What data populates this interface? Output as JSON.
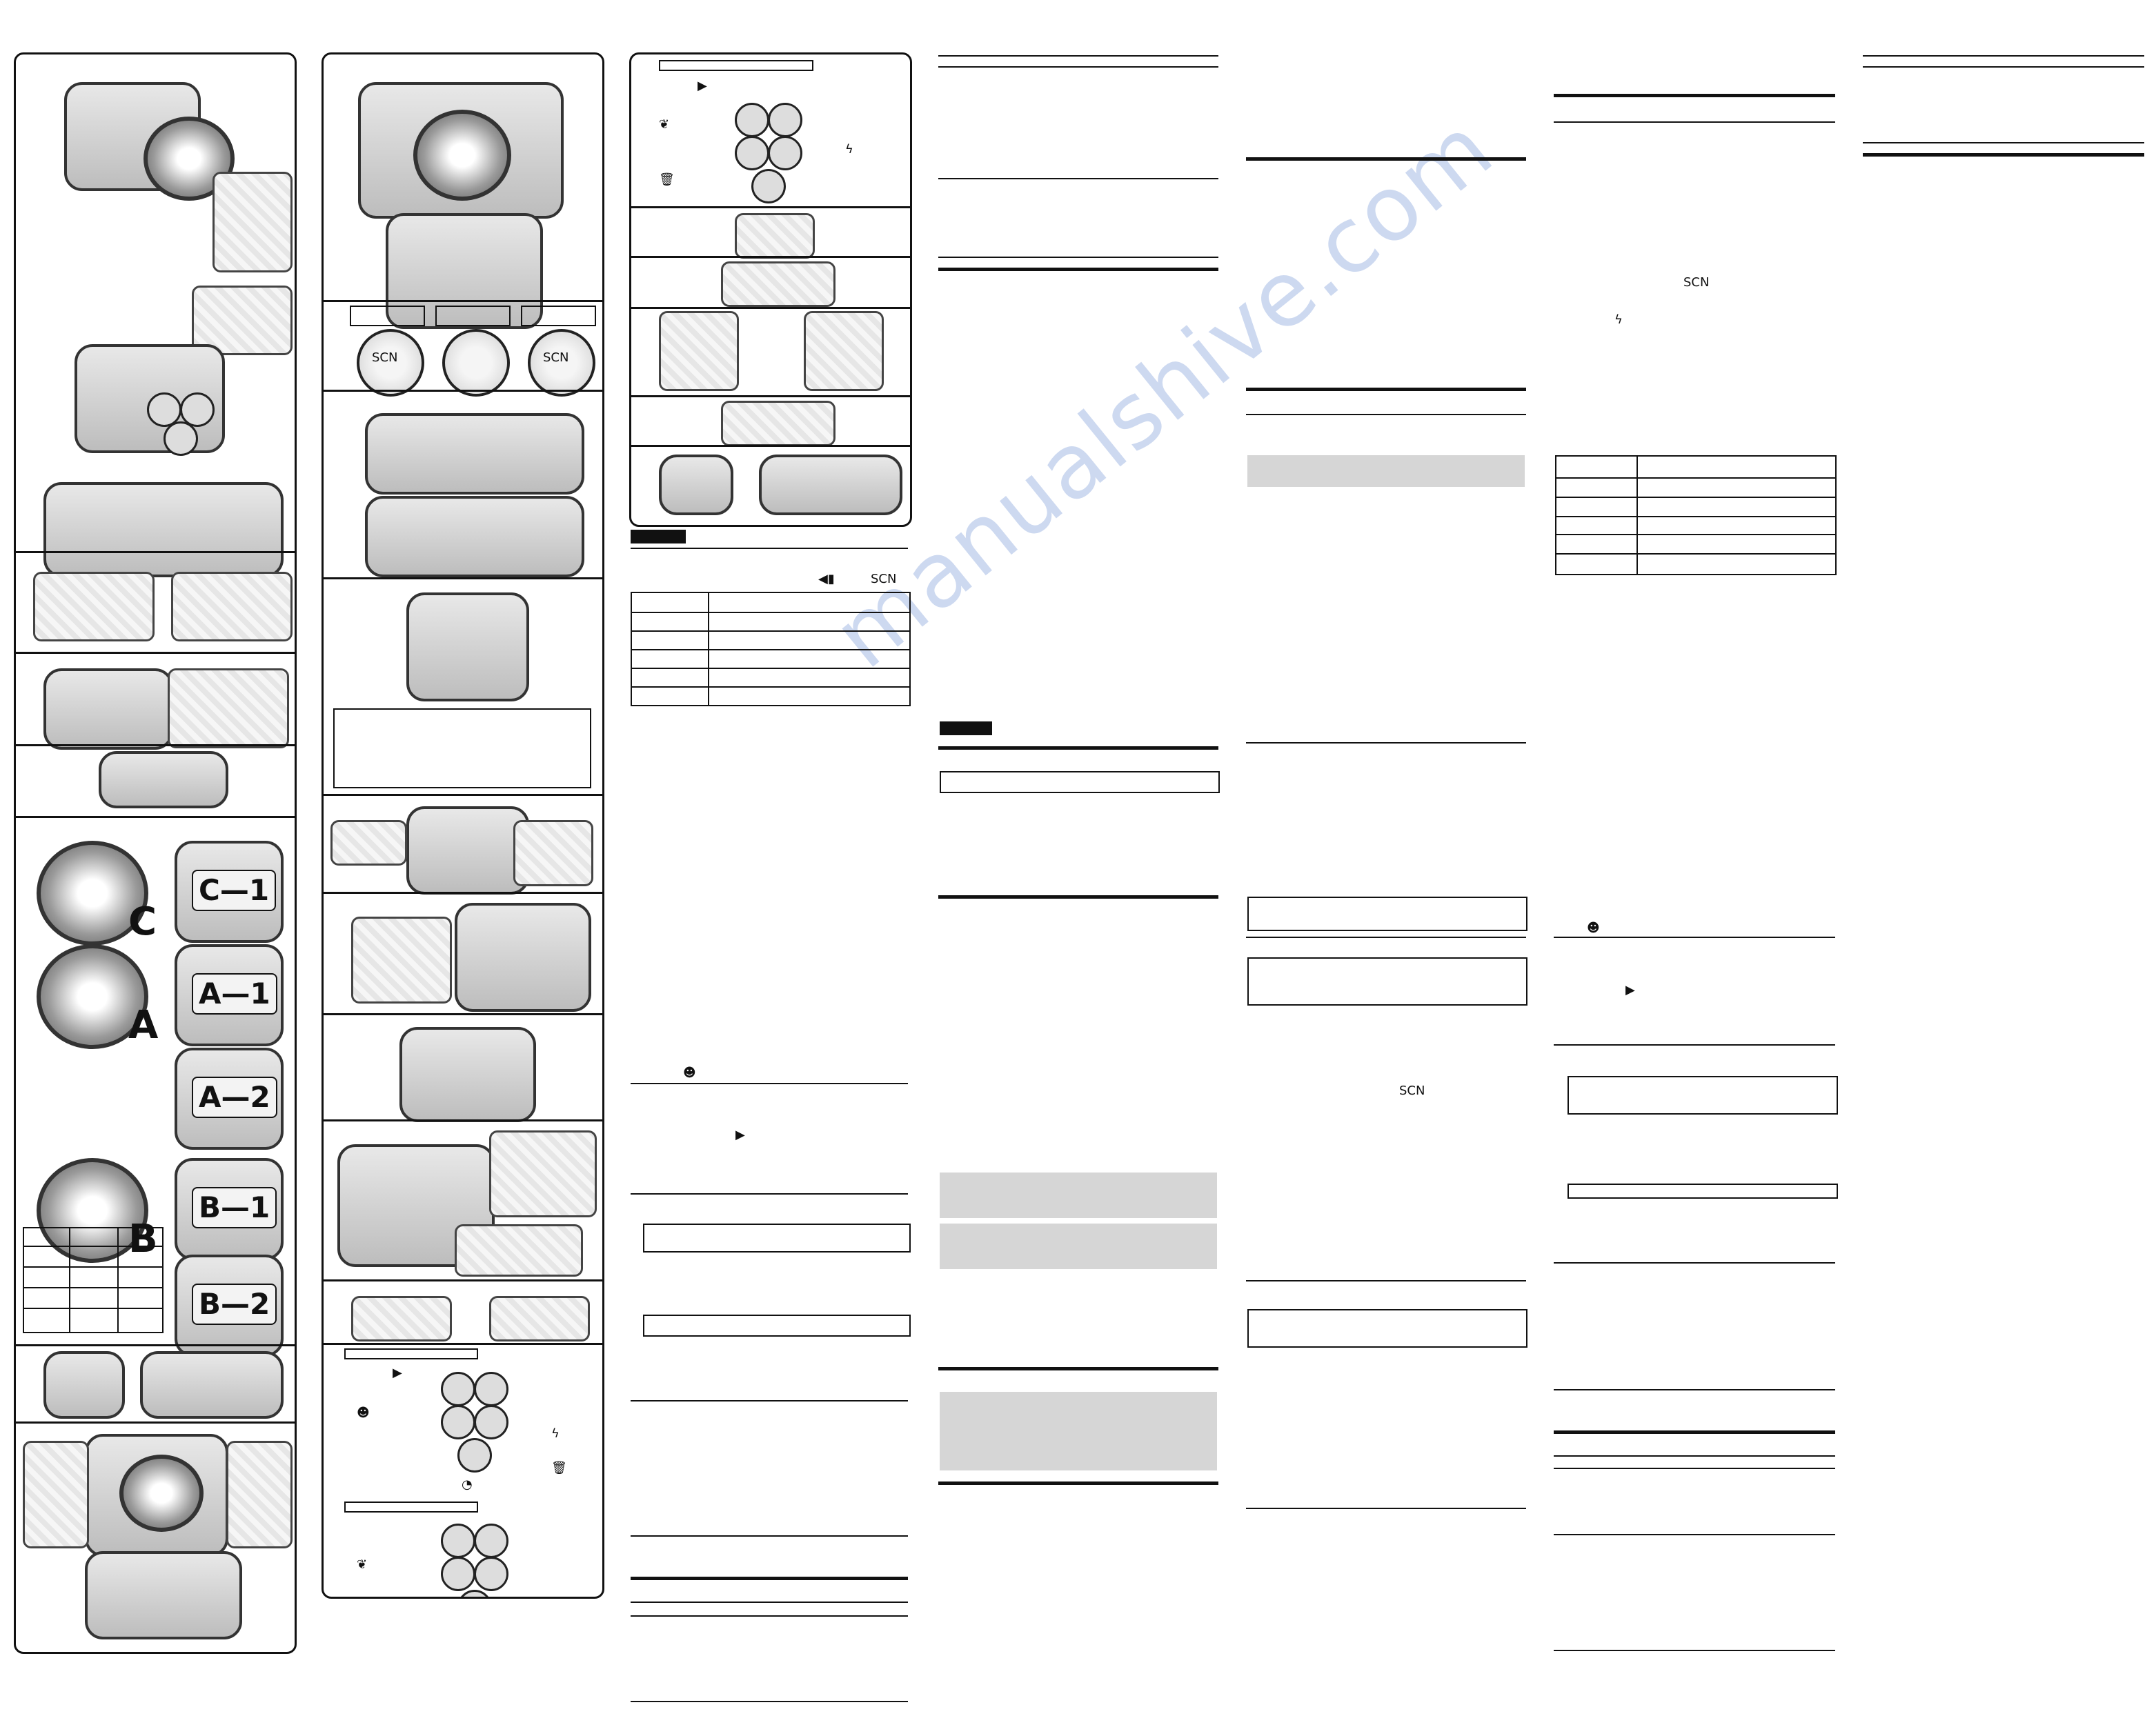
{
  "watermark": "manualshive.com",
  "panels": {
    "parts_panel": "parts-and-setup-illustrations",
    "procedure_panel": "mounting-procedure-illustrations",
    "buttons_panel": "button-layout-illustrations"
  },
  "adapter_labels": {
    "c": "C",
    "c1": "C—1",
    "a": "A",
    "a1": "A—1",
    "a2": "A—2",
    "b": "B",
    "b1": "B—1",
    "b2": "B—2"
  },
  "dial_labels": {
    "scn": "SCN"
  },
  "section_tabs": {
    "tab1": "",
    "tab2": ""
  },
  "icons": [
    "playback-icon",
    "macro-icon",
    "flash-icon",
    "trash-icon",
    "self-timer-icon",
    "underwater-mode-icon",
    "smile-icon",
    "scene-icon"
  ],
  "colors": {
    "ink": "#111111",
    "shade": "#d6d6d6",
    "watermark": "#c5d3ee"
  }
}
